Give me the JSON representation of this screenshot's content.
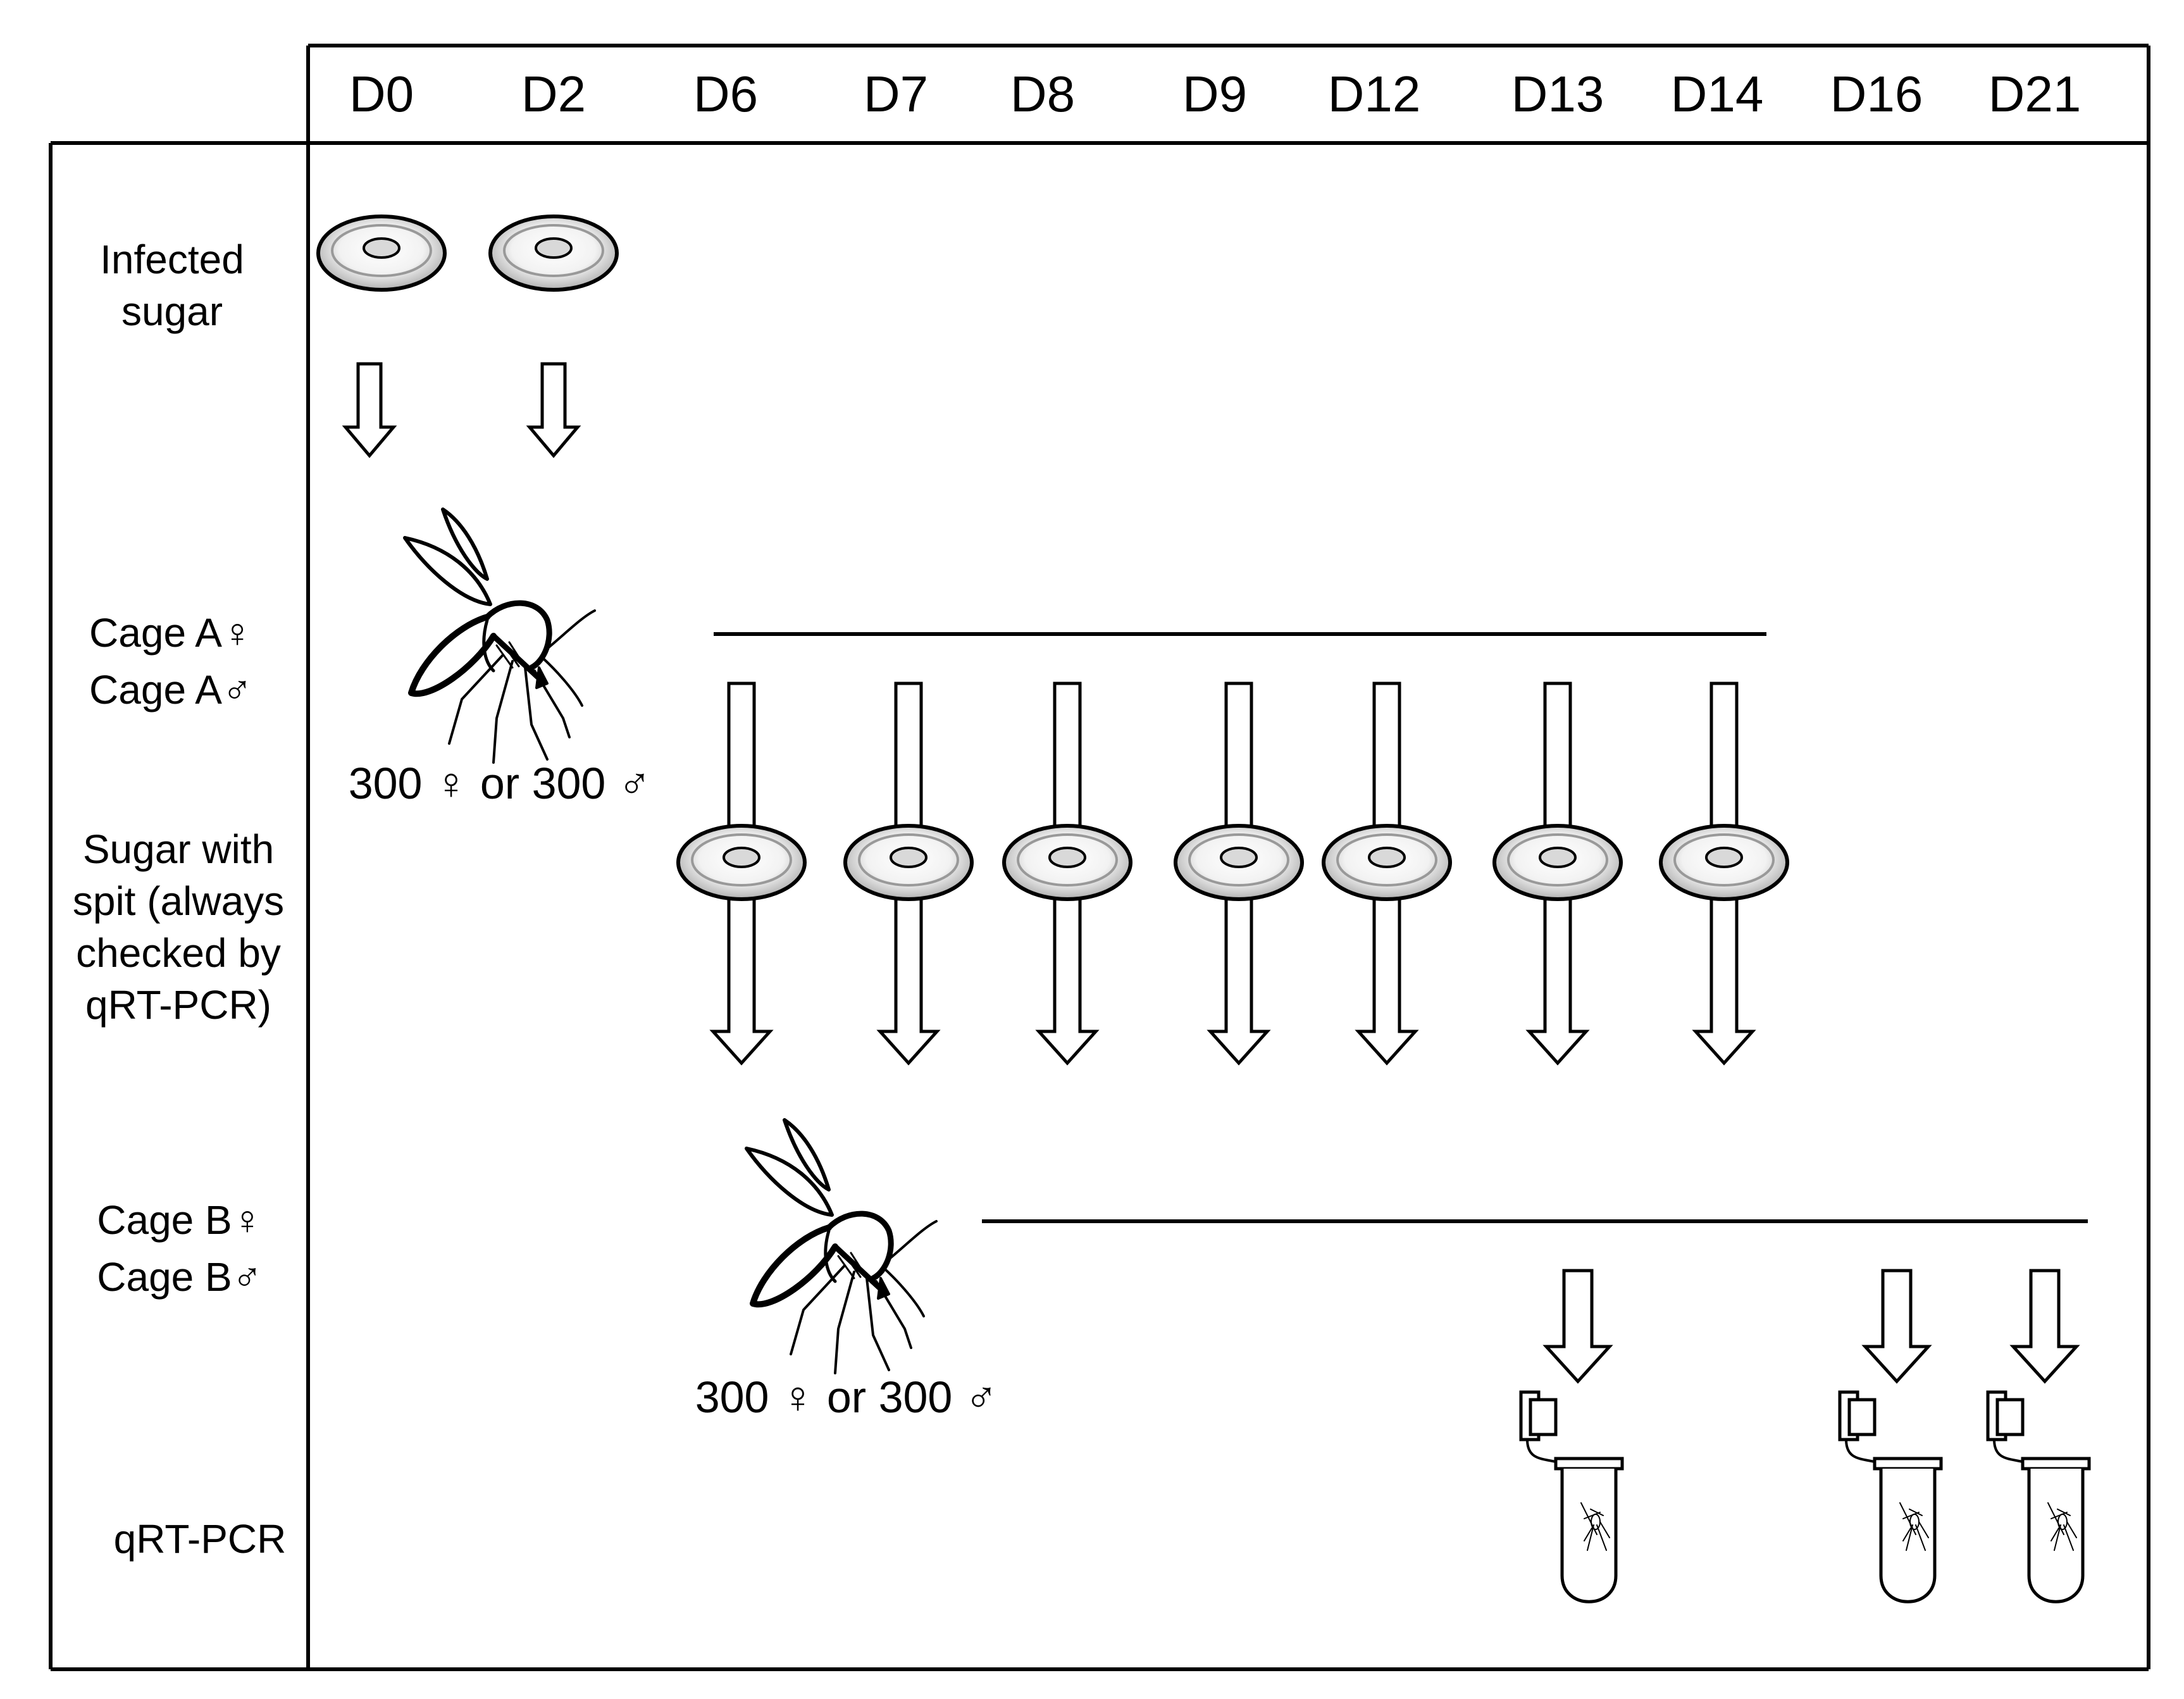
{
  "days": [
    "D0",
    "D2",
    "D6",
    "D7",
    "D8",
    "D9",
    "D12",
    "D13",
    "D14",
    "D16",
    "D21"
  ],
  "rows": {
    "infected_sugar": [
      "Infected",
      "sugar"
    ],
    "cage_a": [
      "Cage A♀",
      "Cage A♂"
    ],
    "sugar_spit": [
      "Sugar with",
      "spit (always",
      "checked by",
      "qRT-PCR)"
    ],
    "cage_b": [
      "Cage B♀",
      "Cage B♂"
    ],
    "qrtpcr": "qRT-PCR"
  },
  "counts": {
    "cage_a": "300 ♀ or 300 ♂",
    "cage_b": "300 ♀ or 300 ♂"
  },
  "schedule": {
    "infected_sugar_days": [
      "D0",
      "D2"
    ],
    "spit_sugar_days": [
      "D6",
      "D7",
      "D8",
      "D9",
      "D12",
      "D13",
      "D14"
    ],
    "qrtpcr_days": [
      "D13",
      "D16",
      "D21"
    ]
  },
  "icons": {
    "sugar": "sugar-pad-icon",
    "mosquito": "mosquito-icon",
    "arrow": "down-arrow-icon",
    "tube": "sample-tube-icon"
  },
  "colors": {
    "line": "#000000",
    "pad_fill": "#d9d9d9",
    "background": "#ffffff"
  }
}
